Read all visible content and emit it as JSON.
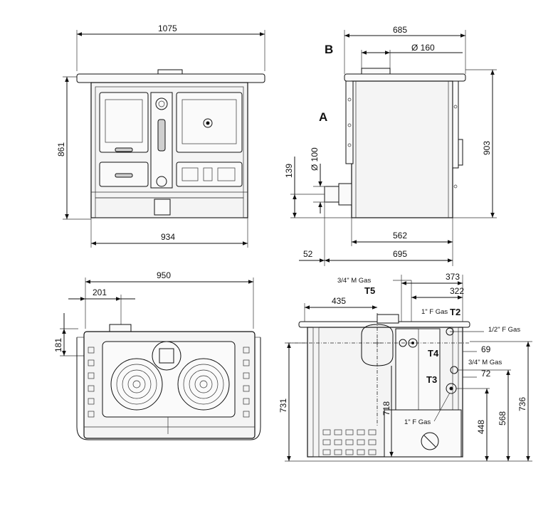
{
  "front_view": {
    "width_top": "1075",
    "height": "861",
    "width_bottom": "934"
  },
  "side_view": {
    "label_b": "B",
    "label_a": "A",
    "depth_top": "685",
    "flue_top": "Ø 160",
    "height": "903",
    "flue_side_dia": "Ø 100",
    "flue_side_height": "139",
    "depth_inner": "562",
    "offset": "52",
    "depth_total": "695"
  },
  "top_view": {
    "width": "950",
    "flue_offset": "201",
    "flue_depth": "181"
  },
  "rear_view": {
    "conn_t5_label": "3/4\" M Gas",
    "t5": "T5",
    "dim_373": "373",
    "dim_322": "322",
    "dim_435": "435",
    "conn_t2_label": "1\" F Gas",
    "t2": "T2",
    "conn_half_label": "1/2\" F Gas",
    "t4": "T4",
    "dim_69": "69",
    "conn_t4_label": "3/4\" M Gas",
    "dim_72": "72",
    "t3": "T3",
    "dim_731": "731",
    "dim_718": "718",
    "conn_t3_label": "1\" F Gas",
    "dim_448": "448",
    "dim_568": "568",
    "dim_736": "736"
  }
}
